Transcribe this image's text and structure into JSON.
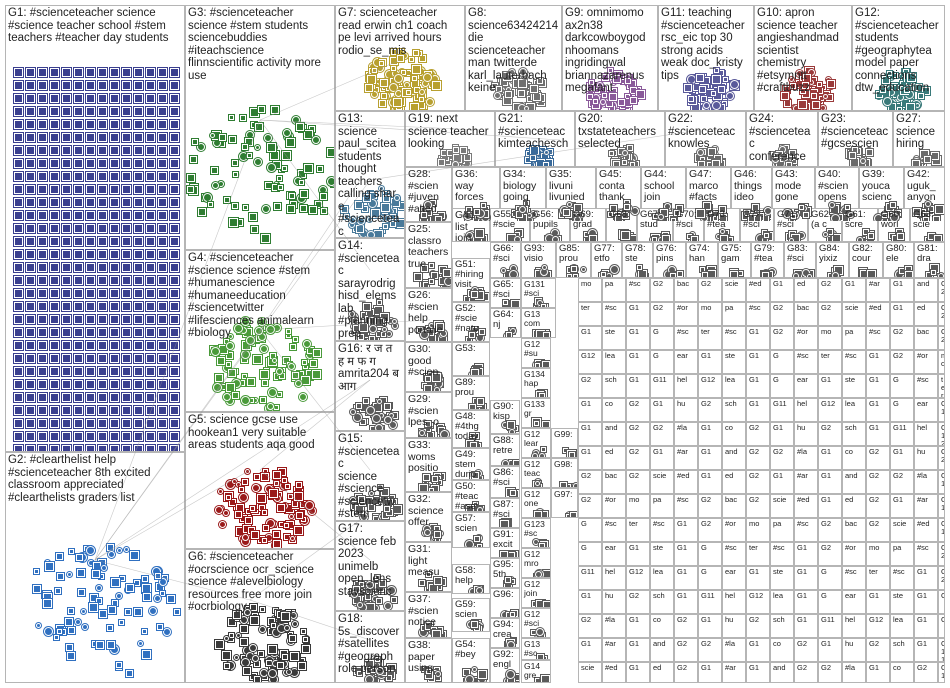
{
  "groups": [
    {
      "id": "G1",
      "label": "G1: #scienceteacher science\n#science teacher school #stem\nteachers #teacher day students",
      "color": "#3a3f8f"
    },
    {
      "id": "G2",
      "label": "G2: #clearthelist help\n#scienceteacher 8th excited\nclassroom appreciated\n#clearthelists graders list",
      "color": "#3070c0"
    },
    {
      "id": "G3",
      "label": "G3: #scienceteacher\nscience #stem students\nsciencebuddies\n#iteachscience\nflinnscientific activity more\nuse",
      "color": "#2f7d32"
    },
    {
      "id": "G4",
      "label": "G4: #scienceteacher\n#science science #stem\n#humanescience\n#humaneeducation\n#sciencetwitter\n#lifesciences animalearn\n#biology",
      "color": "#4a9a3a"
    },
    {
      "id": "G5",
      "label": "G5: science gcse use\nhookean1 very suitable\nareas students aqa good",
      "color": "#9a1a1a"
    },
    {
      "id": "G6",
      "label": "G6: #scienceteacher\n#ocrscience ocr_science\nscience #alevelbiology\nresources free more join\n#ocrbiology",
      "color": "#3a3a3a"
    },
    {
      "id": "G7",
      "label": "G7: scienceteacher\nread erwin ch1 coach\npe levi arrived hours\nrodio_se_mis",
      "color": "#b8a030"
    },
    {
      "id": "G8",
      "label": "G8:\nscience63424214\ndie\nscienceteacher\nman twitterde\nkarl_lauterbach\nkeine",
      "color": "#707070"
    },
    {
      "id": "G9",
      "label": "G9: omnimomo\nax2n38\ndarkcowboygod\nnhoomans\ningridingwal\nbriannazarenus\nmegafant",
      "color": "#8a5a9a"
    },
    {
      "id": "G11",
      "label": "G11: teaching\n#scienceteacher\nrsc_eic top 30\nstrong acids\nweak doc_kristy\ntips",
      "color": "#5a5a9a"
    },
    {
      "id": "G10",
      "label": "G10: apron\nscience teacher\nangieshandmad\nscientist\nchemistry\n#etsymntt\n#craftbuzz",
      "color": "#9a3a3a"
    },
    {
      "id": "G12",
      "label": "G12:\n#scienceteacher\nstudents\n#geographytea\nmodel paper\nconnections\ndtw_education",
      "color": "#3a7a7a"
    },
    {
      "id": "G13",
      "label": "G13:\nscience\npaul_scitea\nstudents\nthought\nteachers\ncalling share\n#scienceteac\nclassroom",
      "color": "#4a7a9a"
    },
    {
      "id": "G19",
      "label": "G19: next\nscience teacher\nlooking",
      "color": "#7a7a7a"
    },
    {
      "id": "G21",
      "label": "G21:\n#scienceteac\nkimteachesch",
      "color": "#3a6a9a"
    },
    {
      "id": "G20",
      "label": "G20:\ntxstateteachers\nselected",
      "color": "#6a6a6a"
    },
    {
      "id": "G22",
      "label": "G22:\n#scienceteac\nknowles",
      "color": "#6a6a6a"
    },
    {
      "id": "G24",
      "label": "G24:\n#scienceteac\nconference",
      "color": "#6a6a6a"
    },
    {
      "id": "G23",
      "label": "G23:\n#scienceteac\n#gcsescien",
      "color": "#6a6a6a"
    },
    {
      "id": "G27",
      "label": "G27:\nscience\nhiring",
      "color": "#6a6a6a"
    },
    {
      "id": "G14",
      "label": "G14:\n#scienceteac\nsarayrodrig\nhisd_elems\nlab\n#planning\nprep",
      "color": "#5a5a5a"
    },
    {
      "id": "G16",
      "label": "G16: र ज त\nह म फ ग\namrita204 ब\nआग",
      "color": "#5a5a5a"
    },
    {
      "id": "G15",
      "label": "G15:\n#scienceteac\nscience\n#science\n#sciencetw\n#stem",
      "color": "#5a5a5a"
    },
    {
      "id": "G17",
      "label": "G17:\nscience feb\n2023\nunimelb\nopen_lens\nstavscienc",
      "color": "#5a5a5a"
    },
    {
      "id": "G18",
      "label": "G18:\n5s_discover\n#satellites\n#geograph\nrole person",
      "color": "#5a5a5a"
    },
    {
      "id": "G28",
      "label": "G28:\n#scien\n#juven\n#alted",
      "color": "#5a5a5a"
    },
    {
      "id": "G36",
      "label": "G36:\nway\nforces",
      "color": "#5a5a5a"
    },
    {
      "id": "G34",
      "label": "G34:\nbiology\ngoing",
      "color": "#5a5a5a"
    },
    {
      "id": "G35",
      "label": "G35:\nlivuni\nlivunied",
      "color": "#5a5a5a"
    },
    {
      "id": "G45",
      "label": "G45:\nconta\nthank",
      "color": "#5a5a5a"
    },
    {
      "id": "G44",
      "label": "G44:\nschool\njoin",
      "color": "#5a5a5a"
    },
    {
      "id": "G47",
      "label": "G47:\nmarco\n#facts",
      "color": "#5a5a5a"
    },
    {
      "id": "G46",
      "label": "G46:\nthings\nideo",
      "color": "#5a5a5a"
    },
    {
      "id": "G43",
      "label": "G43:\nmode\ngone",
      "color": "#5a5a5a"
    },
    {
      "id": "G40",
      "label": "G40:\n#scien\nopens",
      "color": "#5a5a5a"
    },
    {
      "id": "G39",
      "label": "G39:\nyouca\nscienc",
      "color": "#5a5a5a"
    },
    {
      "id": "G42",
      "label": "G42:\nuguk_\nanyon",
      "color": "#5a5a5a"
    },
    {
      "id": "G25",
      "label": "G25:\nclassro\nteachers\ntrue",
      "color": "#5a5a5a"
    },
    {
      "id": "G41",
      "label": "G41:\nlist\njoin",
      "color": "#5a5a5a"
    },
    {
      "id": "G26",
      "label": "G26:\n#scien\nhelp\nportalle",
      "color": "#5a5a5a"
    },
    {
      "id": "G30",
      "label": "G30:\ngood\n#scien",
      "color": "#5a5a5a"
    },
    {
      "id": "G29",
      "label": "G29:\n#scien\nlpes_o",
      "color": "#5a5a5a"
    },
    {
      "id": "G33",
      "label": "G33:\nwoms\npositio",
      "color": "#5a5a5a"
    },
    {
      "id": "G32",
      "label": "G32:\nscience\noffer",
      "color": "#5a5a5a"
    },
    {
      "id": "G31",
      "label": "G31:\nlight\nmeasu",
      "color": "#5a5a5a"
    },
    {
      "id": "G37",
      "label": "G37:\n#scien\nnotice",
      "color": "#5a5a5a"
    },
    {
      "id": "G38",
      "label": "G38:\npaper\nusing",
      "color": "#5a5a5a"
    },
    {
      "id": "G55",
      "label": "G55:\n#scie",
      "color": "#5a5a5a"
    },
    {
      "id": "G56",
      "label": "G56:\npupils",
      "color": "#5a5a5a"
    },
    {
      "id": "G69",
      "label": "G69:\ngrad",
      "color": "#5a5a5a"
    },
    {
      "id": "G68",
      "label": "G68:",
      "color": "#5a5a5a"
    },
    {
      "id": "G67",
      "label": "G67:\nstud",
      "color": "#5a5a5a"
    },
    {
      "id": "G70",
      "label": "G70:\n#sci",
      "color": "#5a5a5a"
    },
    {
      "id": "G73",
      "label": "G73:\n#tea",
      "color": "#5a5a5a"
    },
    {
      "id": "G72",
      "label": "G72:\n#sci",
      "color": "#5a5a5a"
    },
    {
      "id": "G71",
      "label": "G71:\n#sci",
      "color": "#5a5a5a"
    },
    {
      "id": "G62",
      "label": "G62:\n(a c",
      "color": "#5a5a5a"
    },
    {
      "id": "G61",
      "label": "G61:\nscre",
      "color": "#5a5a5a"
    },
    {
      "id": "G60",
      "label": "G60:\nworl",
      "color": "#5a5a5a"
    },
    {
      "id": "G63",
      "label": "G63:\nscie",
      "color": "#5a5a5a"
    },
    {
      "id": "G51",
      "label": "G51:\n#hiring\nvisit",
      "color": "#5a5a5a"
    },
    {
      "id": "G52",
      "label": "G52:\n#scie\n#natu",
      "color": "#5a5a5a"
    },
    {
      "id": "G66",
      "label": "G66:\n#sci",
      "color": "#5a5a5a"
    },
    {
      "id": "G93",
      "label": "G93:\nvisio",
      "color": "#5a5a5a"
    },
    {
      "id": "G85",
      "label": "G85:\nprou",
      "color": "#5a5a5a"
    },
    {
      "id": "G77",
      "label": "G77:\netfo",
      "color": "#5a5a5a"
    },
    {
      "id": "G78",
      "label": "G78:\nste",
      "color": "#5a5a5a"
    },
    {
      "id": "G76",
      "label": "G76:\npins",
      "color": "#5a5a5a"
    },
    {
      "id": "G74",
      "label": "G74:\nhan",
      "color": "#5a5a5a"
    },
    {
      "id": "G75",
      "label": "G75:\ngam",
      "color": "#5a5a5a"
    },
    {
      "id": "G79",
      "label": "G79:\n#tea",
      "color": "#5a5a5a"
    },
    {
      "id": "G83",
      "label": "G83:\n#sci",
      "color": "#5a5a5a"
    },
    {
      "id": "G84",
      "label": "G84:\nyixiz",
      "color": "#5a5a5a"
    },
    {
      "id": "G82",
      "label": "G82:\ncour",
      "color": "#5a5a5a"
    },
    {
      "id": "G80",
      "label": "G80:\nele",
      "color": "#5a5a5a"
    },
    {
      "id": "G81",
      "label": "G81:\ndra",
      "color": "#5a5a5a"
    },
    {
      "id": "G65",
      "label": "G65:\n#sci",
      "color": "#5a5a5a"
    },
    {
      "id": "G64",
      "label": "G64:\nnj",
      "color": "#5a5a5a"
    },
    {
      "id": "G53",
      "label": "G53:",
      "color": "#5a5a5a"
    },
    {
      "id": "G89",
      "label": "G89:\nprou",
      "color": "#5a5a5a"
    },
    {
      "id": "G90",
      "label": "G90:\nkisp",
      "color": "#5a5a5a"
    },
    {
      "id": "G48",
      "label": "G48:\n#4thg\ntoday",
      "color": "#5a5a5a"
    },
    {
      "id": "G49",
      "label": "G49:\nstem\ndurio",
      "color": "#5a5a5a"
    },
    {
      "id": "G50",
      "label": "G50:\n#teac\n#asei",
      "color": "#5a5a5a"
    },
    {
      "id": "G57",
      "label": "G57:\nscien",
      "color": "#5a5a5a"
    },
    {
      "id": "G58",
      "label": "G58:\nhelp",
      "color": "#5a5a5a"
    },
    {
      "id": "G59",
      "label": "G59:\nscien",
      "color": "#5a5a5a"
    },
    {
      "id": "G54",
      "label": "G54:\n#bey",
      "color": "#5a5a5a"
    },
    {
      "id": "G88",
      "label": "G88:\nretre",
      "color": "#5a5a5a"
    },
    {
      "id": "G86",
      "label": "G86:\n#sci",
      "color": "#5a5a5a"
    },
    {
      "id": "G87",
      "label": "G87:\n#sci",
      "color": "#5a5a5a"
    },
    {
      "id": "G91",
      "label": "G91:\nexcit",
      "color": "#5a5a5a"
    },
    {
      "id": "G95",
      "label": "G95:\n5th",
      "color": "#5a5a5a"
    },
    {
      "id": "G96",
      "label": "G96:",
      "color": "#5a5a5a"
    },
    {
      "id": "G94",
      "label": "G94:\ncrea",
      "color": "#5a5a5a"
    },
    {
      "id": "G92",
      "label": "G92:\nengl",
      "color": "#5a5a5a"
    },
    {
      "id": "G131",
      "label": "G131\n#sci",
      "color": "#5a5a5a"
    },
    {
      "id": "G13x",
      "label": "G13\ncom",
      "color": "#5a5a5a"
    },
    {
      "id": "G12a",
      "label": "G12\n#su",
      "color": "#5a5a5a"
    },
    {
      "id": "G134",
      "label": "G134\nhap",
      "color": "#5a5a5a"
    },
    {
      "id": "G133",
      "label": "G133\ngr",
      "color": "#5a5a5a"
    },
    {
      "id": "G12b",
      "label": "G12\nlear",
      "color": "#5a5a5a"
    },
    {
      "id": "G12c",
      "label": "G12\nteac",
      "color": "#5a5a5a"
    },
    {
      "id": "G12d",
      "label": "G12\none",
      "color": "#5a5a5a"
    },
    {
      "id": "G123",
      "label": "G123\n#sc",
      "color": "#5a5a5a"
    },
    {
      "id": "G12e",
      "label": "G12\nmro",
      "color": "#5a5a5a"
    },
    {
      "id": "G12f",
      "label": "G12\njoin",
      "color": "#5a5a5a"
    },
    {
      "id": "G12g",
      "label": "G12\n#sci",
      "color": "#5a5a5a"
    },
    {
      "id": "G13y",
      "label": "G13\n#sc",
      "color": "#5a5a5a"
    },
    {
      "id": "G14x",
      "label": "G14\ngre",
      "color": "#5a5a5a"
    },
    {
      "id": "G97",
      "label": "G97:",
      "color": "#5a5a5a"
    },
    {
      "id": "G98",
      "label": "G98:",
      "color": "#5a5a5a"
    },
    {
      "id": "G99",
      "label": "G99:",
      "color": "#5a5a5a"
    }
  ],
  "misc_labels": [
    "mo",
    "ter",
    "G1",
    "G12",
    "G2",
    "G1",
    "G1",
    "G1",
    "G2",
    "G2",
    "G",
    "G",
    "G11",
    "G1",
    "G2",
    "G1",
    "scie",
    "pa",
    "#sc",
    "ste",
    "lea",
    "sch",
    "co",
    "and",
    "ed",
    "bac",
    "#or",
    "#sc",
    "ear",
    "hel",
    "hu",
    "#la",
    "#ar",
    "#ed",
    "#sc",
    "G1",
    "G1",
    "G1",
    "G1",
    "G2",
    "G2",
    "G2",
    "G2"
  ]
}
